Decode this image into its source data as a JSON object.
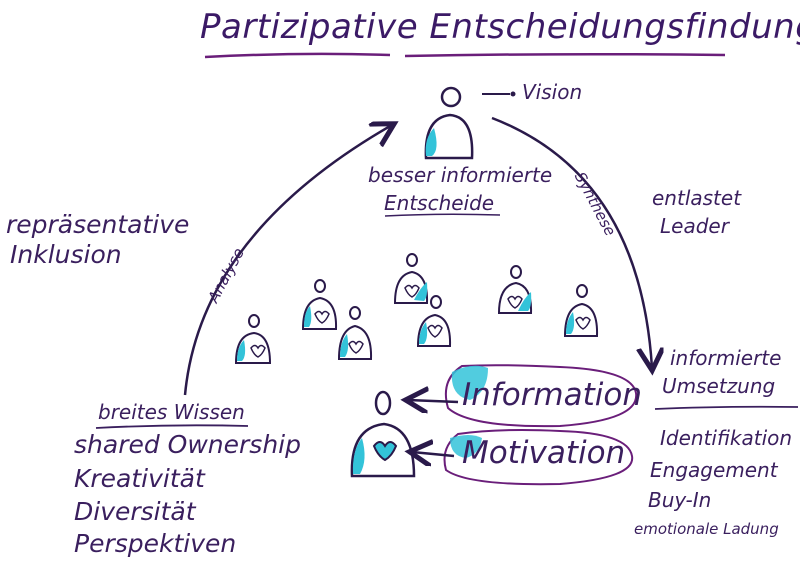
{
  "title": "Partizipative Entscheidungsfindung",
  "vision_label": "Vision",
  "top_caption": [
    "besser informierte",
    "Entscheide"
  ],
  "left_caption": [
    "repräsentative",
    "Inklusion"
  ],
  "right_caption": [
    "entlastet",
    "Leader"
  ],
  "arrow_left_label": "Analyse",
  "arrow_right_label": "Synthese",
  "left_list": {
    "heading": "breites Wissen",
    "items": [
      "shared Ownership",
      "Kreativität",
      "Diversität",
      "Perspektiven"
    ]
  },
  "right_list": {
    "heading": [
      "informierte",
      "Umsetzung"
    ],
    "items": [
      "Identifikation",
      "Engagement",
      "Buy-In",
      "emotionale Ladung"
    ]
  },
  "bubbles": [
    "Information",
    "Motivation"
  ],
  "colors": {
    "ink": "#3a1f5e",
    "accent": "#33c3d9"
  }
}
